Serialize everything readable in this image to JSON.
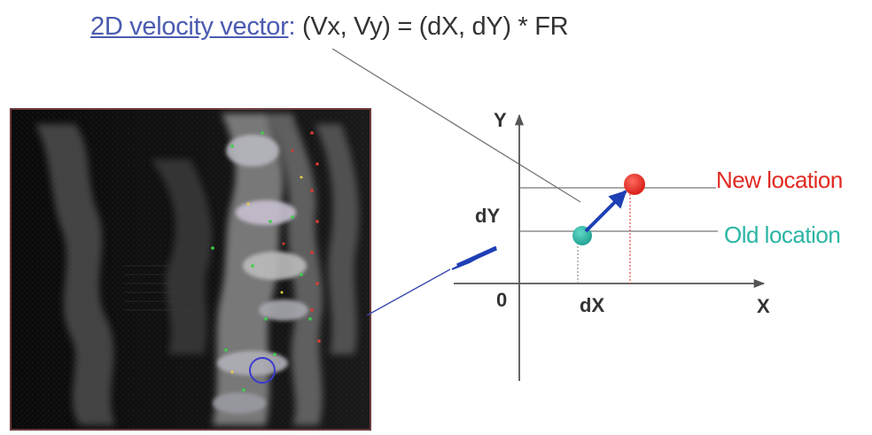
{
  "title": {
    "link_text": "2D velocity vector",
    "colon": ":",
    "formula": " (Vx, Vy) = (dX, dY) * FR"
  },
  "axes": {
    "y_label": "Y",
    "x_label": "X",
    "origin_label": "0",
    "dy_label": "dY",
    "dx_label": "dX"
  },
  "legend": {
    "new_location": "New location",
    "old_location": "Old location"
  },
  "colors": {
    "new_location": "#e02a22",
    "old_location": "#2bb5a5",
    "vector": "#1f3fb5",
    "title_link": "#4a5bb0",
    "text": "#333333"
  },
  "icons": [
    "new-location-marker-icon",
    "old-location-marker-icon",
    "velocity-arrow-icon",
    "feature-circle-icon"
  ]
}
